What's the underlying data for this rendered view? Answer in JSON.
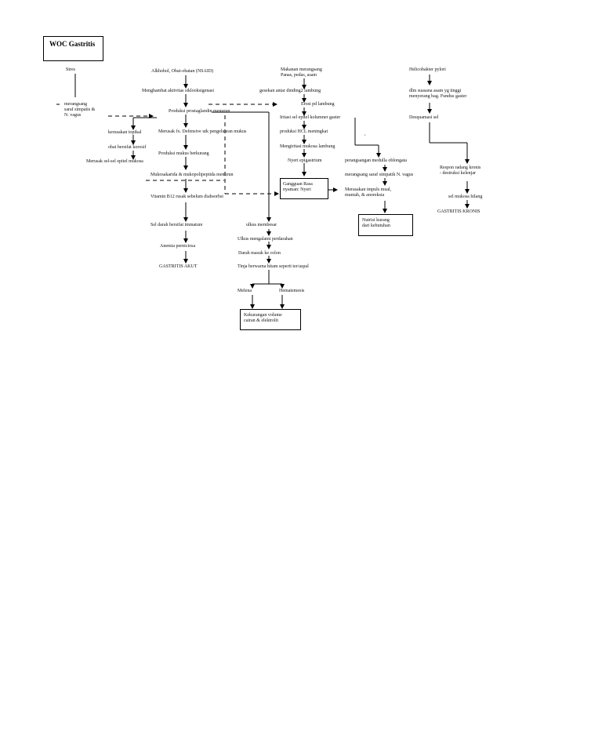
{
  "title": "WOC Gastritis",
  "nodes": {
    "stres": "Stres",
    "rangsang_simpatis": "merangsang\nsaraf simpatis &\nN. vagus",
    "alkohol": "Alkhohol, Obat-obatan (NSAID)",
    "hambat_siklo": "Menghambat aktivitas siklooksigenasi",
    "prostaglandin": "Produksi prostaglandin menurun",
    "kerusakan_topikal": "kerusakan topikal",
    "obat_korosif": "obat bersifat korosif",
    "sel_epitel": "Merusak sel-sel epitel mukosa",
    "defensive": "Merusak fx. Defensive utk pengeluaran mukus",
    "mukus_berkurang": "Produksi mukus berkurang",
    "mukosakarida": "Mukosakarida & mukopolipeptida menurun",
    "vitb12": "Vitamin B12 rusak sebelum diabsorbsi",
    "sel_darah": "Sel darah bersifat immature",
    "anemia": "Anemia perniciosa",
    "akut": "GASTRITIS AKUT",
    "makanan": "Makanan merangsang\nPanas, pedas, asam",
    "gesekan": "gesekan antar dinding2 lambung",
    "erosi": "Erosi pd lambung",
    "iritasi": "Iritasi sel epitel kolumner gaster",
    "hcl": "produksi HCL meningkat",
    "mengiritasi": "Mengiritasi mukosa lambung",
    "nyeri_epi": "Nyeri epigastrium",
    "box_nyeri": "Gangguan Rasa\nnyaman: Nyeri",
    "ulkus": "ulkus membesar",
    "perdarahan": "Ulkus mengalami perdarahan",
    "darah_masuk": "Darah masuk ke colon",
    "tinja": "Tinja berwarna hitam seperti ter/aspal",
    "melena": "Melena",
    "hematemesis": "Hematemesis",
    "box_cairan": "Kekurangan volume\ncairan & elektrolit",
    "medulla": "perangsangan medulla oblongata",
    "saraf_vagus": "merangsang saraf simpatik N. vagus",
    "mual": "Merasakan impuls mual,\nmuntah, & anoreksia",
    "box_nutrisi": "Nutrisi kurang\ndari kebutuhan",
    "dot": ",",
    "helico": "Helicobakter pylori",
    "urease": "dlm suasana asam yg tinggi\nmenyerang bag. Fundus gaster",
    "desquamasi": "Desquamasi sel",
    "respon": "Respon radang kronis\n- destruksi kelenjar",
    "sel_mukosa": "sel mukosa hilang",
    "kronis": "GASTRITIS KRONIS"
  }
}
